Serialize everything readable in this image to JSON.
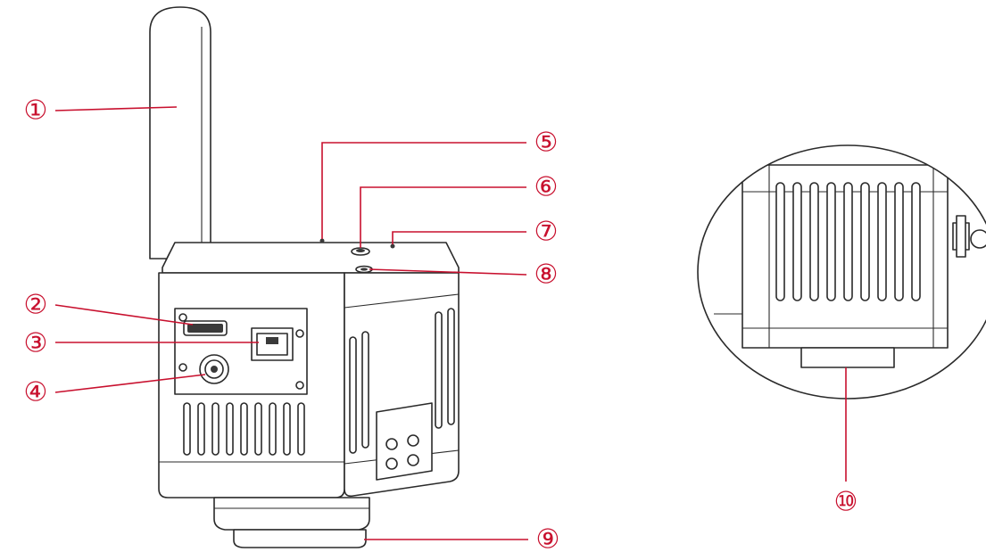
{
  "callouts": [
    {
      "id": "1",
      "label": "①"
    },
    {
      "id": "2",
      "label": "②"
    },
    {
      "id": "3",
      "label": "③"
    },
    {
      "id": "4",
      "label": "④"
    },
    {
      "id": "5",
      "label": "⑤"
    },
    {
      "id": "6",
      "label": "⑥"
    },
    {
      "id": "7",
      "label": "⑦"
    },
    {
      "id": "8",
      "label": "⑧"
    },
    {
      "id": "9",
      "label": "⑨"
    },
    {
      "id": "10",
      "label": "⑩"
    }
  ],
  "colors": {
    "callout": "#c8102e",
    "outline": "#2a2a2a"
  }
}
